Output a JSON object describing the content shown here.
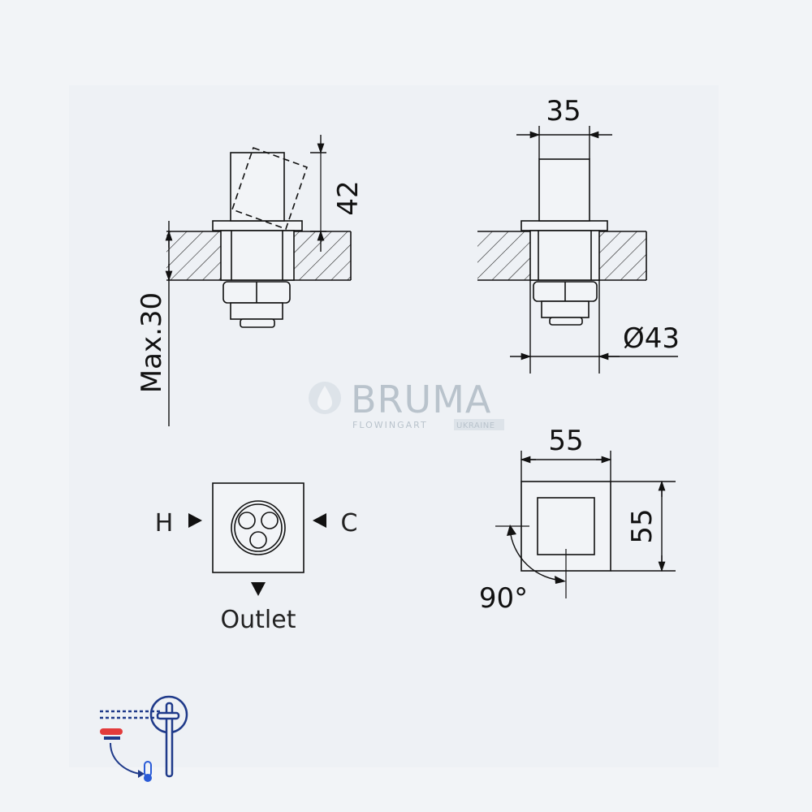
{
  "brand": {
    "name": "BRUMA",
    "tagline": "FLOWINGART",
    "region": "UKRAINE"
  },
  "dimensions": {
    "handle_height": "42",
    "max_wall": "Max.30",
    "handle_width": "35",
    "rosette_diameter": "Ø43",
    "plate_width": "55",
    "plate_height": "55",
    "rotation": "90°"
  },
  "connections": {
    "hot": "H",
    "cold": "C",
    "outlet": "Outlet"
  },
  "colors": {
    "line": "#111111",
    "background": "#f2f4f7",
    "panel": "#eef1f5",
    "hatch": "#222222",
    "brand": "#b9c3cc",
    "hot": "#e23b3b",
    "cold": "#2a5bd7"
  },
  "icons": [
    "water-drop-icon",
    "mixer-lever-icon",
    "temperature-icon"
  ]
}
